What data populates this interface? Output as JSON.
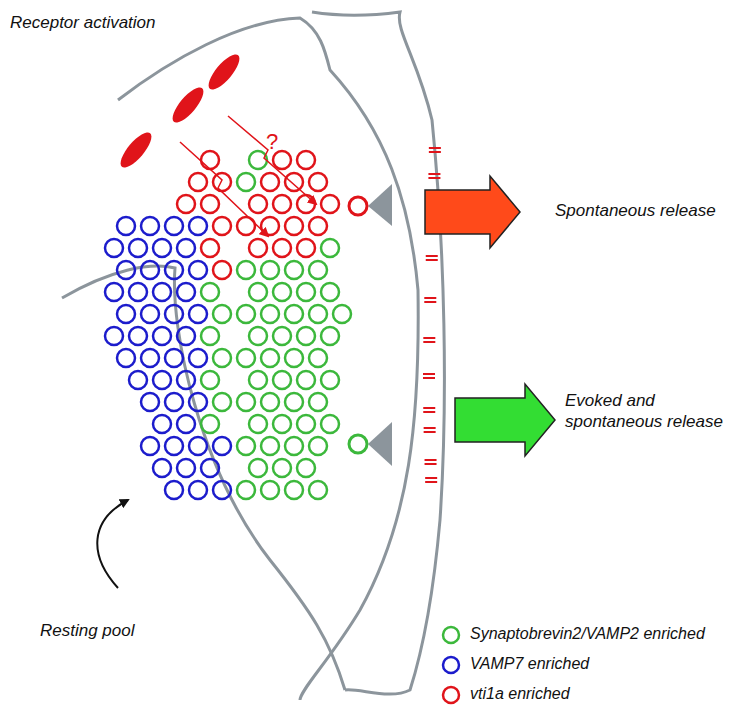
{
  "diagram": {
    "labels": [
      "Receptor activation",
      "?",
      "Spontaneous release",
      "Evoked and spontaneous release",
      "Resting pool"
    ],
    "legend": [
      {
        "text": "Synaptobrevin2/VAMP2 enriched",
        "color": "#3cb83c"
      },
      {
        "text": "VAMP7 enriched",
        "color": "#1c1ccc"
      },
      {
        "text": "vti1a enriched",
        "color": "#e0141a"
      }
    ]
  }
}
